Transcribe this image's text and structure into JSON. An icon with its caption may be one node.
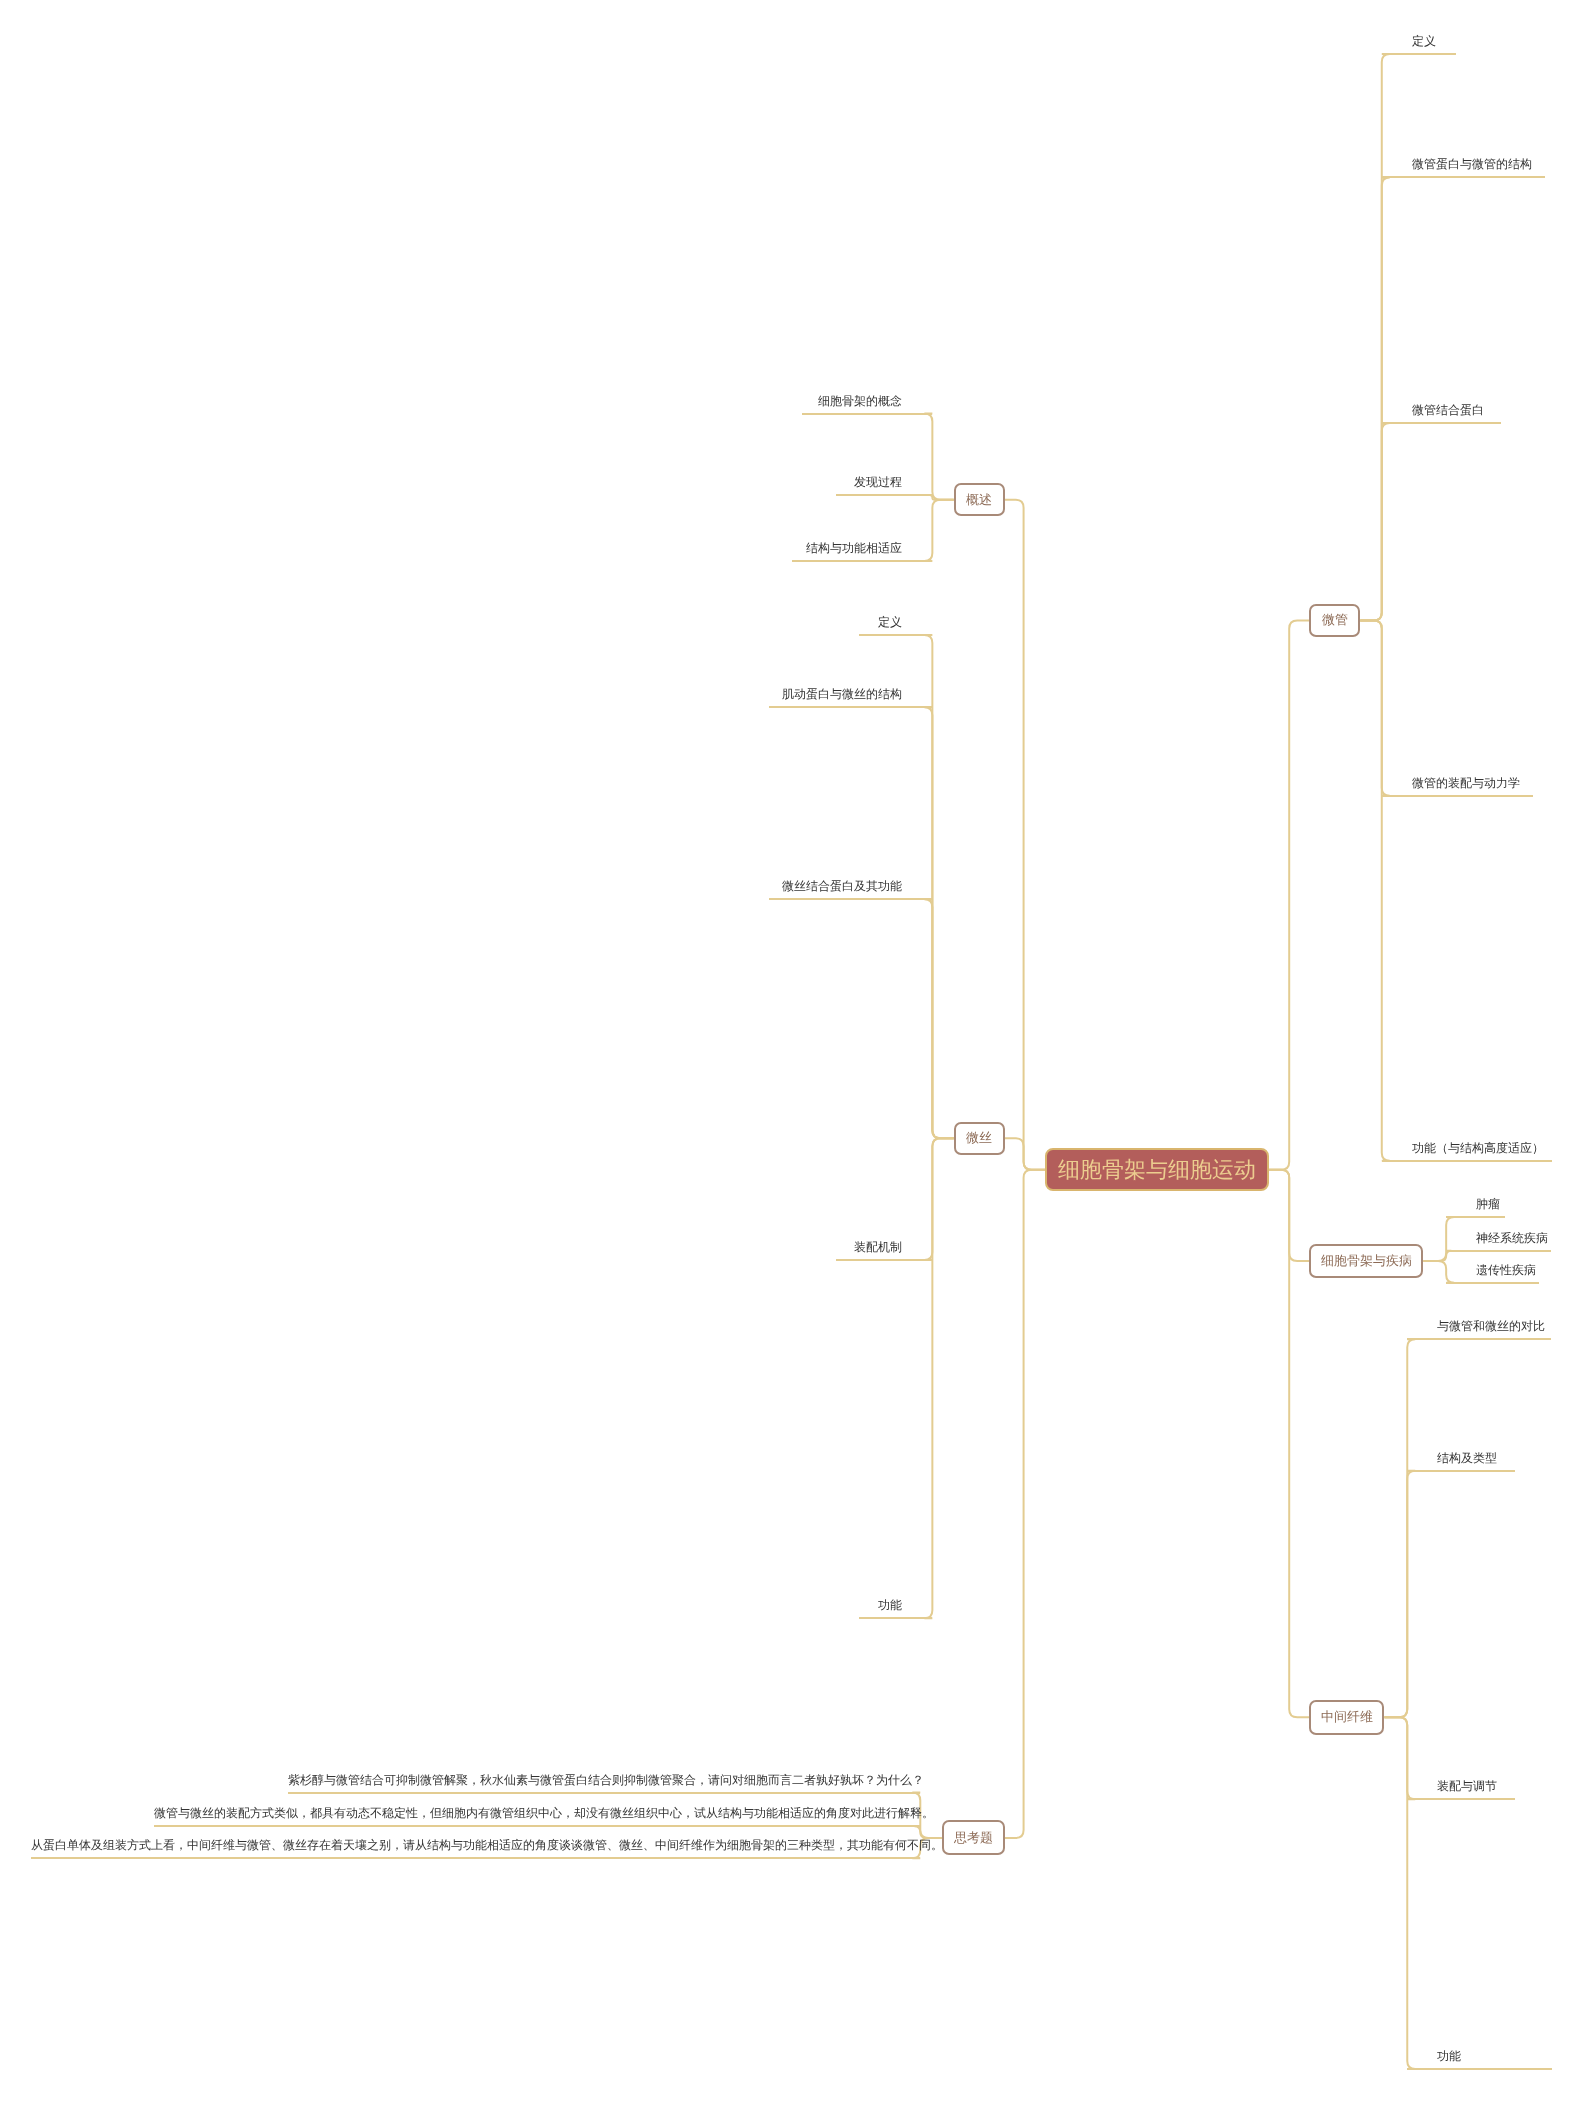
{
  "diagram": {
    "nodes": [
      {
        "text": [
          "细胞骨架与细胞运动"
        ]
      },
      {
        "text": [
          "概述"
        ]
      },
      {
        "text": [
          "细胞骨架的概念"
        ]
      },
      {
        "text": [
          "发现过程"
        ]
      },
      {
        "text": [
          "结构与功能相适应"
        ]
      },
      {
        "text": [
          "微丝"
        ]
      },
      {
        "text": [
          "定义"
        ]
      },
      {
        "text": [
          "肌动蛋白与微丝的结构"
        ]
      },
      {
        "text": [
          "微丝结合蛋白及其功能"
        ]
      },
      {
        "text": [
          "装配机制"
        ]
      },
      {
        "text": [
          "功能"
        ]
      },
      {
        "text": [
          "思考题"
        ]
      },
      {
        "text": [
          "紫杉醇与微管结合可抑制微管解聚，秋水仙素与微管蛋白结合则抑制微管聚合，请问对细胞而言二者孰好孰坏？为什么？"
        ]
      },
      {
        "text": [
          "微管与微丝的装配方式类似，都具有动态不稳定性，但细胞内有微管组织中心，却没有微丝组织中心，试从结构与功能相适应的角度对此进行解释。"
        ]
      },
      {
        "text": [
          "从蛋白单体及组装方式上看，中间纤维与微管、微丝存在着天壤之别，请从结构与功能相适应的角度谈谈微管、微丝、中间纤维作为细胞骨架的三种类型，其功能有何不同。"
        ]
      },
      {
        "text": [
          "微管"
        ]
      },
      {
        "text": [
          "定义"
        ]
      },
      {
        "text": [
          "微管蛋白与微管的结构"
        ]
      },
      {
        "text": [
          "微管结合蛋白"
        ]
      },
      {
        "text": [
          "微管的装配与动力学"
        ]
      },
      {
        "text": [
          "功能（与结构高度适应）"
        ]
      },
      {
        "text": [
          "细胞骨架与疾病"
        ]
      },
      {
        "text": [
          "肿瘤"
        ]
      },
      {
        "text": [
          "神经系统疾病"
        ]
      },
      {
        "text": [
          "遗传性疾病"
        ]
      },
      {
        "text": [
          "中间纤维"
        ]
      },
      {
        "text": [
          "与微管和微丝的对比"
        ]
      },
      {
        "text": [
          "结构及类型"
        ]
      },
      {
        "text": [
          "装配与调节"
        ]
      },
      {
        "text": [
          "功能"
        ]
      }
    ],
    "edges": [
      {
        "from": 0,
        "to": 1,
        "arrow": "none"
      },
      {
        "from": 1,
        "to": 2,
        "arrow": "none"
      },
      {
        "from": 1,
        "to": 3,
        "arrow": "none"
      },
      {
        "from": 1,
        "to": 4,
        "arrow": "none"
      },
      {
        "from": 0,
        "to": 5,
        "arrow": "none"
      },
      {
        "from": 5,
        "to": 6,
        "arrow": "none"
      },
      {
        "from": 5,
        "to": 7,
        "arrow": "none"
      },
      {
        "from": 5,
        "to": 8,
        "arrow": "none"
      },
      {
        "from": 5,
        "to": 9,
        "arrow": "none"
      },
      {
        "from": 5,
        "to": 10,
        "arrow": "none"
      },
      {
        "from": 0,
        "to": 11,
        "arrow": "none"
      },
      {
        "from": 11,
        "to": 12,
        "arrow": "none"
      },
      {
        "from": 11,
        "to": 13,
        "arrow": "none"
      },
      {
        "from": 11,
        "to": 14,
        "arrow": "none"
      },
      {
        "from": 0,
        "to": 15,
        "arrow": "none"
      },
      {
        "from": 15,
        "to": 16,
        "arrow": "none"
      },
      {
        "from": 15,
        "to": 17,
        "arrow": "none"
      },
      {
        "from": 15,
        "to": 18,
        "arrow": "none"
      },
      {
        "from": 15,
        "to": 19,
        "arrow": "none"
      },
      {
        "from": 15,
        "to": 20,
        "arrow": "none"
      },
      {
        "from": 0,
        "to": 21,
        "arrow": "none"
      },
      {
        "from": 21,
        "to": 22,
        "arrow": "none"
      },
      {
        "from": 21,
        "to": 23,
        "arrow": "none"
      },
      {
        "from": 21,
        "to": 24,
        "arrow": "none"
      },
      {
        "from": 0,
        "to": 25,
        "arrow": "none"
      },
      {
        "from": 25,
        "to": 26,
        "arrow": "none"
      },
      {
        "from": 25,
        "to": 27,
        "arrow": "none"
      },
      {
        "from": 25,
        "to": 28,
        "arrow": "none"
      },
      {
        "from": 25,
        "to": 29,
        "arrow": "none"
      }
    ]
  }
}
